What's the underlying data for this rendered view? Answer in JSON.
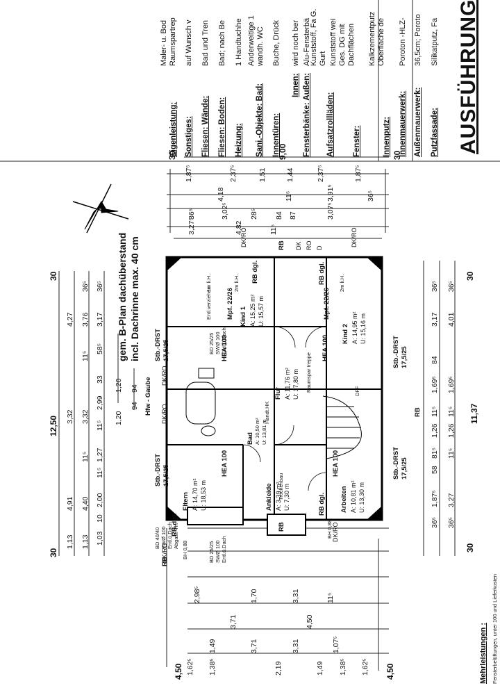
{
  "header": {
    "title": "AUSFÜHRUNGSZEI"
  },
  "specs": [
    {
      "label": "Putzfassade:",
      "text": "Silikatputz, Fa"
    },
    {
      "label": "Außenmauerwerk:",
      "text": "36,5cm; Poroto"
    },
    {
      "label": "Innenmauerwerk:",
      "text": "Poroton -HLZ-"
    },
    {
      "label": "Innenputz:",
      "text": "Kalkzementputz Oberfläche de"
    },
    {
      "label": "Fenster:",
      "text": "Kunststoff wei Ges. DG mit Dachflächen"
    },
    {
      "label": "Aufsatzrollläden:",
      "text": "Kunststoff, Fa G. Gurt"
    },
    {
      "label": "Fensterbänke: Außen:",
      "text": "Alu-Fensterbä"
    },
    {
      "label": "Innen:",
      "text": "wird noch ber"
    },
    {
      "label": "Innentüren:",
      "text": "Buche, Drück"
    },
    {
      "label": "Sani.-Objekte: Bad:",
      "text": "Anderweitige 1 wandh. WC"
    },
    {
      "label": "Heizung:",
      "text": "1 Handtuchhe"
    },
    {
      "label": "Fliesen: Boden:",
      "text": "Bad; nach Be"
    },
    {
      "label": "Fliesen: Wände:",
      "text": "Bad und Tren"
    },
    {
      "label": "Sonstiges:",
      "text": "auf Wunsch v"
    },
    {
      "label": "Eigenleistung:",
      "text": "Maler- u. Bod Raumspartrep"
    }
  ],
  "notes": {
    "bplan_1": "gem. B-Plan dachüberstand",
    "bplan_2": "incl. Dachrinne max. 40 cm",
    "mehrleistungen": "Mehrleistungen :",
    "mehr_text": "Fensterbelüftungen, unter 100 und Lieferkosten"
  },
  "rooms": [
    {
      "name": "Eltern",
      "area": "A: 14,70 m²",
      "perimeter": "U: 18,53 m"
    },
    {
      "name": "Ankleide",
      "area": "A: 3,39 m²",
      "perimeter": "U: 7,30 m"
    },
    {
      "name": "Arbeiten",
      "area": "A: 10,81 m²",
      "perimeter": "U: 13,30 m"
    },
    {
      "name": "Flur",
      "area": "A: 11,76 m²",
      "perimeter": "U: 17,80 m"
    },
    {
      "name": "Kind 1",
      "area": "A: 15,25 m²",
      "perimeter": "U: 15,57 m"
    },
    {
      "name": "Kind 2",
      "area": "A: 14,95 m²",
      "perimeter": "U: 15,16 m"
    },
    {
      "name": "Bad",
      "area": "A: 10,50 m²",
      "perimeter": "U: 13,81 m"
    }
  ],
  "labels": {
    "hfw_gaube": "Hfw - Gaube",
    "stb_drst": "Stb.-DRST",
    "stb_size": "17,5/25",
    "hea100": "HEA 100",
    "mpf1": "Mpf. 22/26",
    "mpf2": "Mpf. 22/26",
    "rb": "RB",
    "rb_dgl": "RB dgl.",
    "dk_ro": "DK/RO",
    "dk": "DK",
    "ro": "RO",
    "d": "D",
    "bd_2525": "BD 25/25",
    "sw_100": "SWØ 100",
    "entl_dach": "Entl.ü.Dach",
    "entl_verz": "Entl.verziehen",
    "bd_4040": "BD 40/40",
    "abgasl": "Abgasl. Th.",
    "bh_088": "BH 0,88",
    "raumspar": "Raumspar treppe",
    "trocken": "Trockenbau",
    "handtuch": "Handt.HK",
    "dff": "DFF",
    "hbr": "1m li.H.",
    "hbr2": "2m li.H."
  },
  "dims_left": {
    "total": "12,50",
    "d30a": "30",
    "d30b": "30",
    "row1": [
      "4,91",
      "3,32",
      "4,27"
    ],
    "row2": [
      "4,40",
      "11⁵",
      "3,32",
      "11⁵",
      "3,76",
      "36⁵"
    ],
    "row3": [
      "1,03",
      "10",
      "2,00",
      "11⁵",
      "1,27",
      "11⁵",
      "2,99",
      "33",
      "58⁵",
      "3,17",
      "36⁵"
    ],
    "row4": [
      "1,20",
      "1,20"
    ],
    "row5": [
      "94",
      "94"
    ]
  },
  "dims_right": {
    "total": "11,37",
    "d30a": "30",
    "d30b": "30",
    "row1": [
      "36⁵",
      "1,87⁵",
      "58",
      "81⁵",
      "1,26",
      "11⁵",
      "1,69⁵",
      "84",
      "3,17",
      "36⁵"
    ],
    "row2": [
      "36⁵",
      "3,27",
      "11⁵",
      "1,26",
      "11⁵",
      "1,69⁵",
      "4,01",
      "36⁵"
    ]
  },
  "dims_top": {
    "total": "9,00",
    "d30a": "30",
    "d30b": "30",
    "row1": [
      "1,87⁵",
      "2,37⁵",
      "1,51",
      "1,44",
      "2,37⁵",
      "1,87⁵"
    ],
    "row2": [
      "4,18",
      "11⁵",
      "3,91⁵",
      "36⁵"
    ],
    "row3": [
      "36⁵",
      "3,02⁵",
      "28⁵",
      "84",
      "87",
      "3,07⁵"
    ],
    "row4": [
      "4,82",
      "3,27⁵",
      "11⁵"
    ]
  },
  "dims_bottom": {
    "total1": "4,50",
    "total2": "4,50",
    "row1": [
      "2,98⁵",
      "1,70",
      "3,31",
      "11⁵"
    ],
    "row2": [
      "3,71",
      "4,50"
    ],
    "row3": [
      "1,49",
      "3,71",
      "3,31",
      "1,07⁵"
    ],
    "row4": [
      "1,62⁵",
      "1,38⁵",
      "2,19",
      "1,49",
      "1,38⁵",
      "1,62⁵"
    ],
    "d113": "1,13",
    "d113b": "1,13"
  }
}
